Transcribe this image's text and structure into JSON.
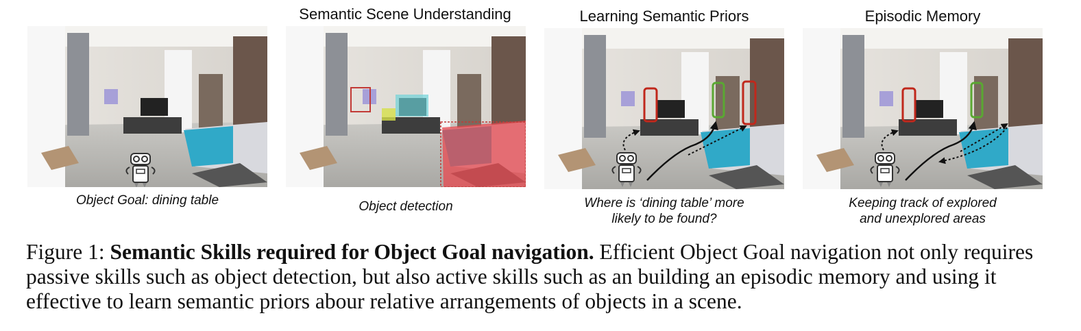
{
  "panels": [
    {
      "title": "",
      "caption_lines": [
        "Object Goal: dining table"
      ]
    },
    {
      "title": "Semantic Scene Understanding",
      "caption_lines": [
        "Object detection"
      ]
    },
    {
      "title": "Learning Semantic Priors",
      "caption_lines": [
        "Where is ‘dining table’ more",
        "likely to be found?"
      ]
    },
    {
      "title": "Episodic Memory",
      "caption_lines": [
        "Keeping track of explored",
        "and unexplored areas"
      ]
    }
  ],
  "figure_caption": {
    "label": "Figure 1:",
    "bold": "Semantic Skills required for Object Goal navigation.",
    "text": "Efficient Object Goal navigation not only requires passive skills such as object detection, but also active skills such as an building an episodic memory and using it effective to learn semantic priors abour relative arrangements of objects in a scene."
  },
  "colors": {
    "detection_red": "#e8484f",
    "prior_red": "#c0281c",
    "prior_green": "#5aa832"
  }
}
